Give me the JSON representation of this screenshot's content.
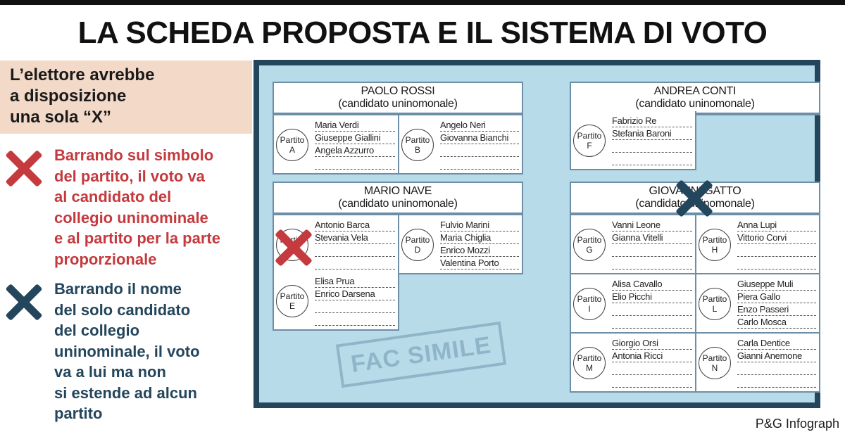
{
  "title": "LA SCHEDA PROPOSTA E IL SISTEMA DI VOTO",
  "intro": {
    "lines": [
      "L’elettore avrebbe",
      "a disposizione",
      "una sola “X”"
    ],
    "bg": "#f2d9c8"
  },
  "legend": {
    "red": {
      "color": "#c43a3e",
      "lines": [
        "Barrando sul simbolo",
        "del partito, il voto va",
        "al candidato del",
        "collegio uninominale",
        "e al partito per la parte",
        "proporzionale"
      ]
    },
    "blue": {
      "color": "#24465c",
      "lines": [
        "Barrando il nome",
        "del solo candidato",
        "del collegio",
        "uninominale, il voto",
        "va a lui ma non",
        "si estende ad alcun",
        "partito"
      ]
    }
  },
  "ballot": {
    "border_color": "#24465c",
    "bg_color": "#b7dbe9",
    "party_prefix": "Partito",
    "candidates": [
      {
        "name": "PAOLO ROSSI",
        "sub": "(candidato uninomonale)",
        "parties": [
          {
            "letter": "A",
            "names": [
              "Maria Verdi",
              "Giuseppe Giallini",
              "Angela Azzurro",
              ""
            ]
          },
          {
            "letter": "B",
            "names": [
              "Angelo Neri",
              "Giovanna Bianchi",
              "",
              ""
            ]
          }
        ]
      },
      {
        "name": "ANDREA CONTI",
        "sub": "(candidato uninomonale)",
        "parties": [
          {
            "letter": "F",
            "names": [
              "Fabrizio Re",
              "Stefania Baroni",
              "",
              ""
            ]
          }
        ]
      },
      {
        "name": "MARIO NAVE",
        "sub": "(candidato uninomonale)",
        "parties": [
          {
            "letter": "C",
            "names": [
              "Antonio Barca",
              "Stevania Vela",
              "",
              ""
            ]
          },
          {
            "letter": "D",
            "names": [
              "Fulvio Marini",
              "Maria Chiglia",
              "Enrico Mozzi",
              "Valentina Porto"
            ]
          },
          {
            "letter": "E",
            "names": [
              "Elisa Prua",
              "Enrico Darsena",
              "",
              ""
            ]
          }
        ]
      },
      {
        "name": "GIOVANNI GATTO",
        "sub": "(candidato uninomonale)",
        "parties": [
          {
            "letter": "G",
            "names": [
              "Vanni Leone",
              "Gianna Vitelli",
              "",
              ""
            ]
          },
          {
            "letter": "H",
            "names": [
              "Anna Lupi",
              "Vittorio Corvi",
              "",
              ""
            ]
          },
          {
            "letter": "I",
            "names": [
              "Alisa Cavallo",
              "Elio Picchi",
              "",
              ""
            ]
          },
          {
            "letter": "L",
            "names": [
              "Giuseppe Muli",
              "Piera Gallo",
              "Enzo Passeri",
              "Carlo Mosca"
            ]
          },
          {
            "letter": "M",
            "names": [
              "Giorgio Orsi",
              "Antonia Ricci",
              "",
              ""
            ]
          },
          {
            "letter": "N",
            "names": [
              "Carla Dentice",
              "Gianni Anemone",
              "",
              ""
            ]
          }
        ]
      }
    ],
    "stamp": "FAC SIMILE"
  },
  "credit": "P&G Infograph"
}
